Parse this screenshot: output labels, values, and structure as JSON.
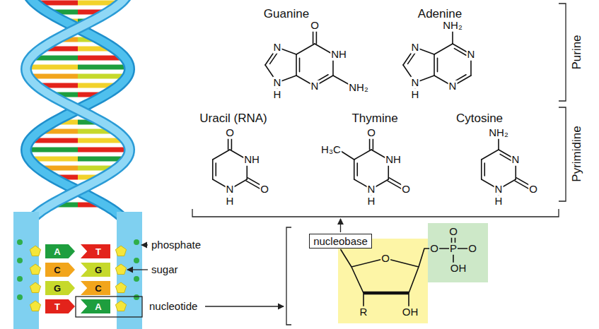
{
  "diagram": {
    "nodes": [
      {
        "text": [
          "A"
        ]
      },
      {
        "text": [
          "T"
        ]
      },
      {
        "text": [
          "C"
        ]
      },
      {
        "text": [
          "G"
        ]
      },
      {
        "text": [
          "G"
        ]
      },
      {
        "text": [
          "C"
        ]
      },
      {
        "text": [
          "T"
        ]
      },
      {
        "text": [
          "A"
        ]
      },
      {
        "text": [
          "nucleobase"
        ]
      }
    ],
    "labels": [
      "Guanine",
      "O",
      "N",
      "NH",
      "N",
      "N",
      "H",
      "NH₂",
      "Adenine",
      "NH₂",
      "N",
      "N",
      "N",
      "N",
      "H",
      "Uracil (RNA)",
      "O",
      "NH",
      "O",
      "N",
      "H",
      "Thymine",
      "H₃C",
      "O",
      "NH",
      "O",
      "N",
      "H",
      "Cytosine",
      "NH₂",
      "N",
      "O",
      "N",
      "H",
      "Purine",
      "Pyrimidine",
      "phosphate",
      "sugar",
      "nucleotide",
      "O",
      "O",
      "P",
      "O",
      "O",
      "OH",
      "R",
      "OH"
    ]
  }
}
